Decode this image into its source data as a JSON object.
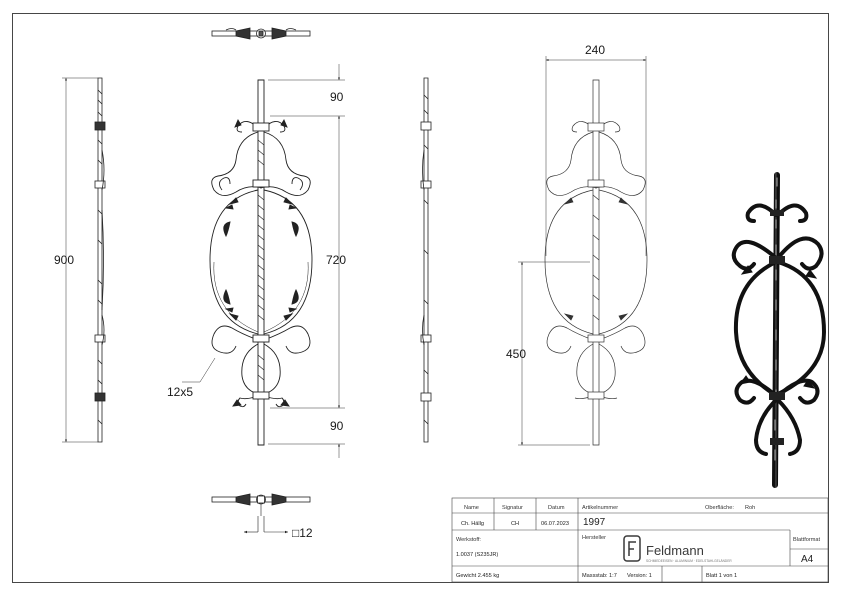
{
  "dimensions": {
    "width": "240",
    "height": "900",
    "inner_height": "720",
    "top_offset": "90",
    "bottom_offset": "90",
    "mid_height": "450",
    "scroll_section": "12x5",
    "square_section": "12"
  },
  "title_block": {
    "head_name": "Name",
    "head_signature": "Signatur",
    "head_date": "Datum",
    "head_article": "Artikelnummer",
    "head_surface": "Oberfläche:",
    "surface_value": "Roh",
    "name_value": "Ch. Hällg",
    "signature_value": "CH",
    "date_value": "06.07.2023",
    "article_value": "1997",
    "material_label": "Werkstoff:",
    "material_value": "1.0037 (S235JR)",
    "manufacturer_label": "Hersteller",
    "brand": "Feldmann",
    "brand_tagline": "SCHMIEDEEISEN · ALUMINIUM · EDELSTAHLGELÄNDER",
    "format_label": "Blattformat",
    "format_value": "A4",
    "weight": "Gewicht 2.455 kg",
    "scale": "Massstab: 1:7",
    "version": "Version: 1",
    "sheet": "Blatt 1 von 1"
  }
}
